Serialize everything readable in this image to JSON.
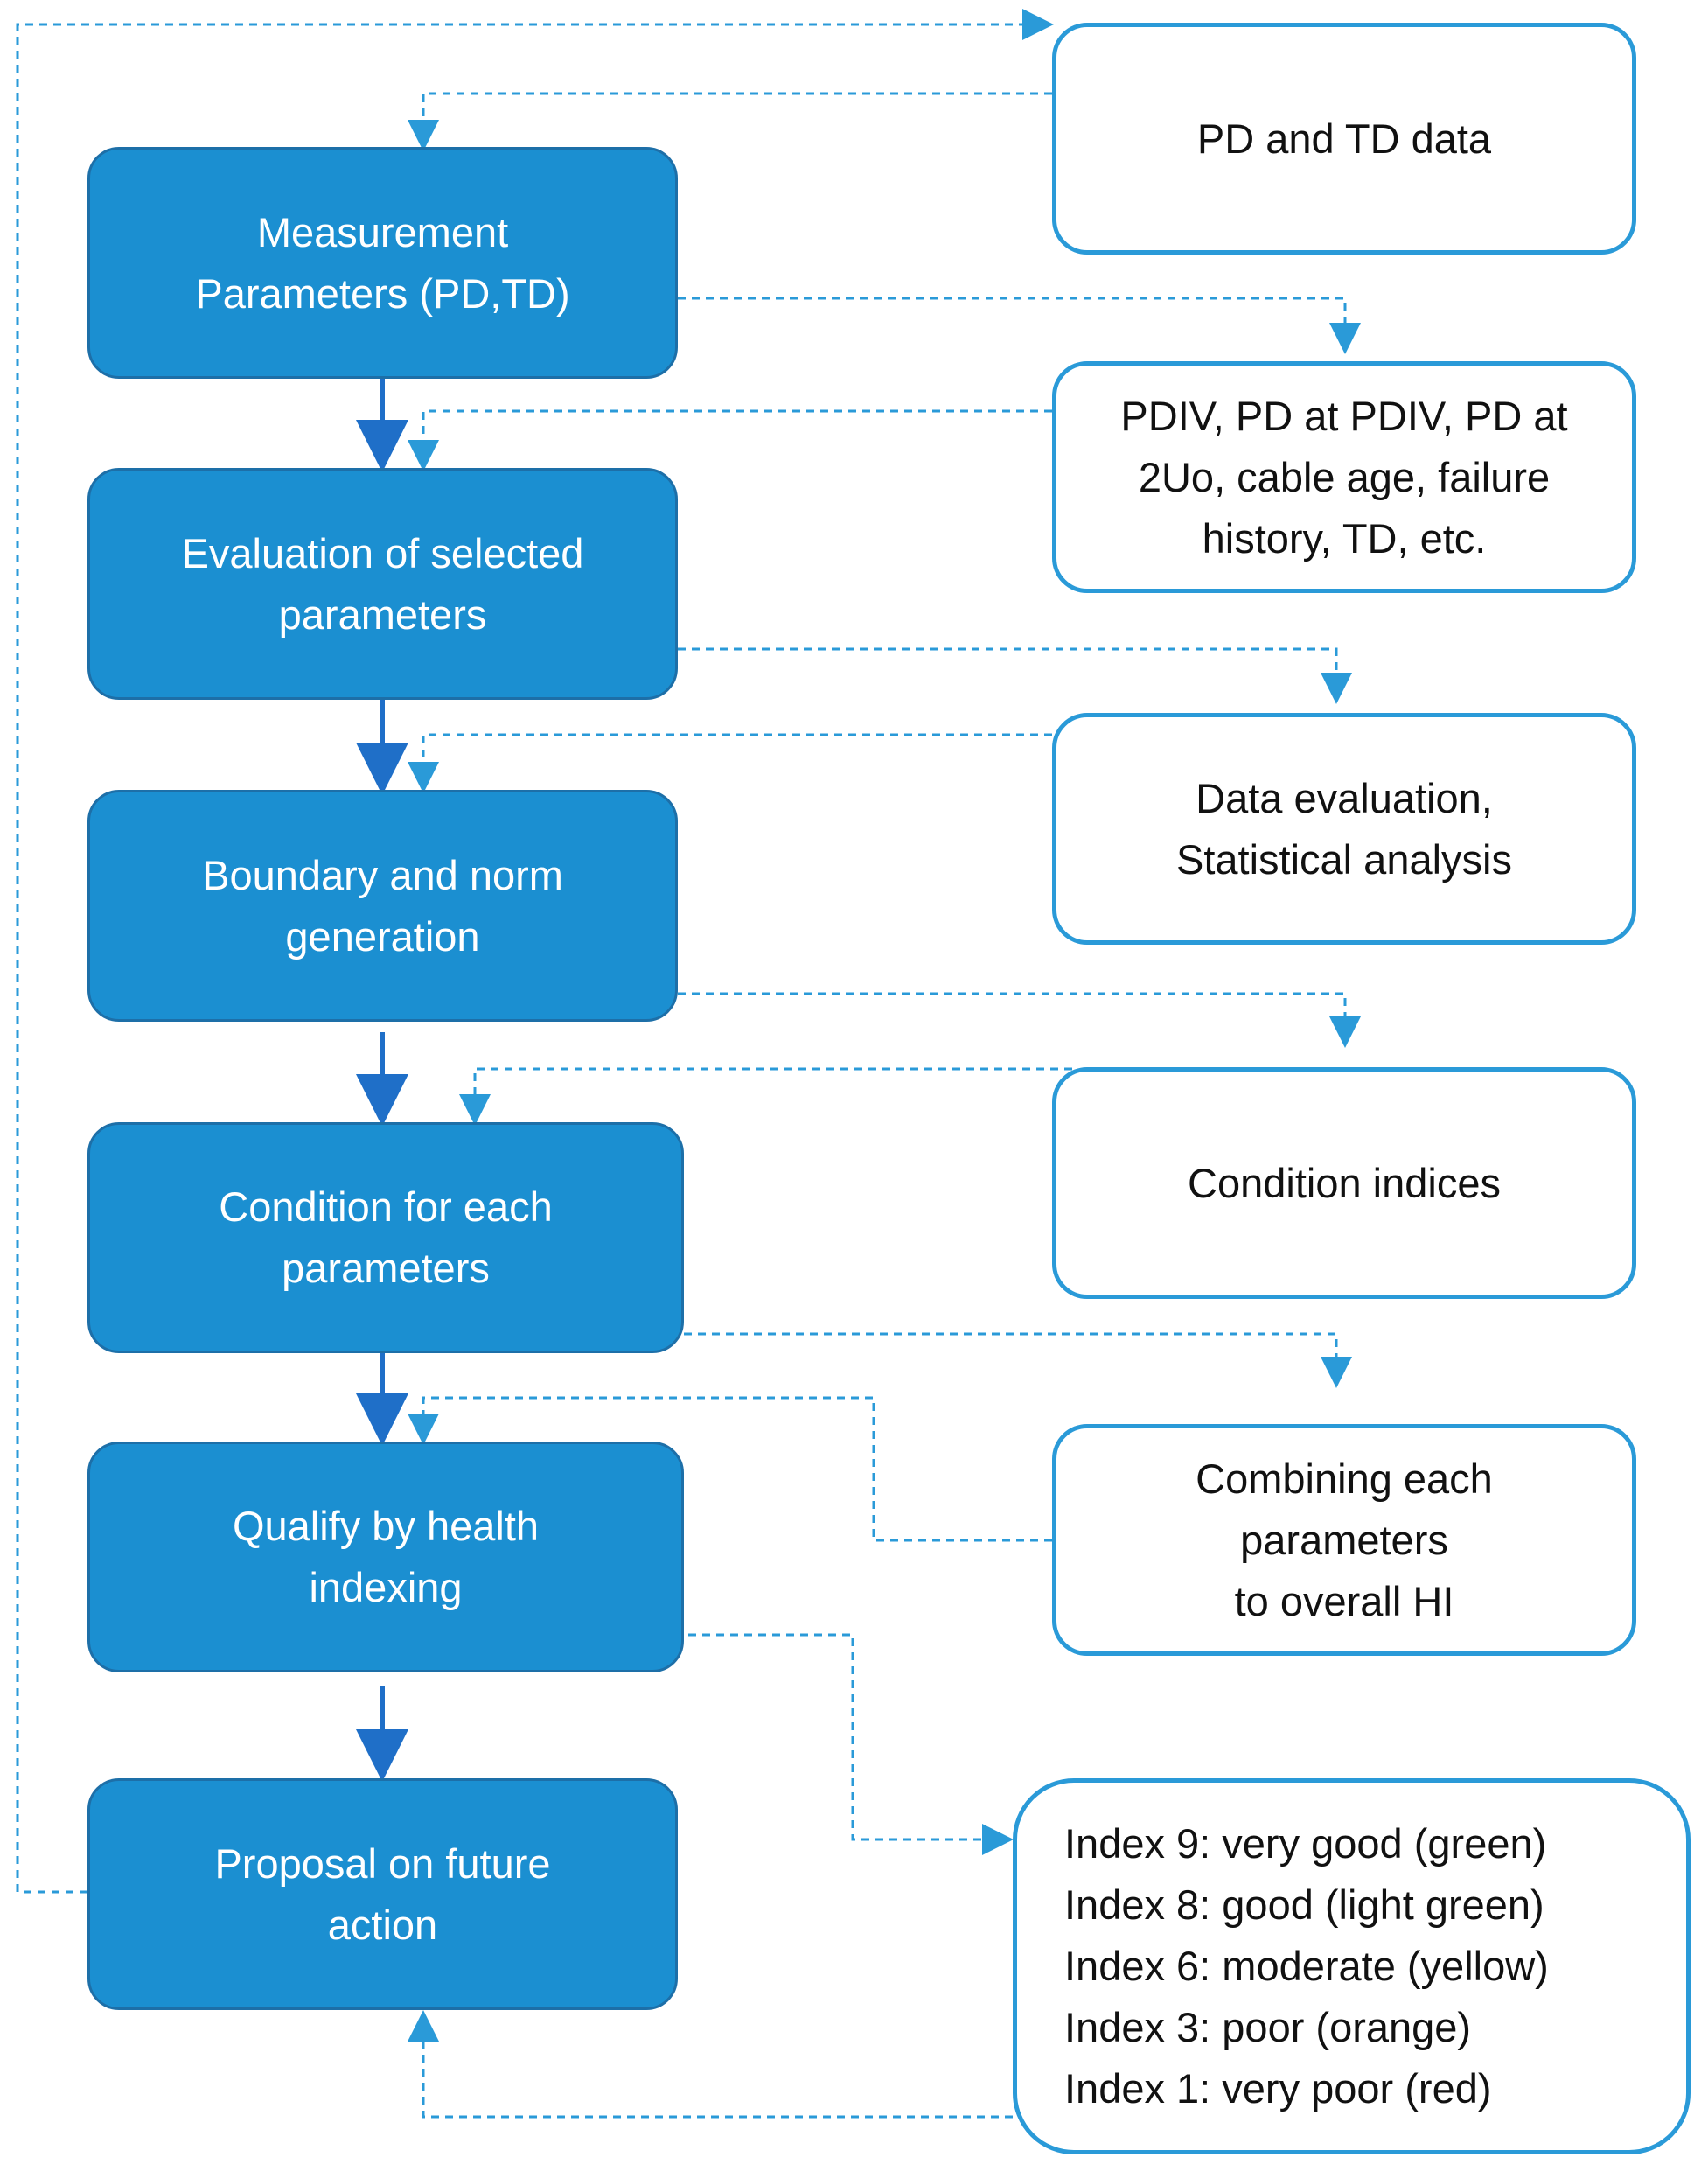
{
  "colors": {
    "step_fill": "#1b8fd1",
    "step_border": "#1d6fa8",
    "info_border": "#2a9ad8",
    "solid_arrow": "#1f6fc8",
    "dashed_arrow": "#2a9ad8"
  },
  "steps": [
    {
      "lines": [
        "Measurement",
        "Parameters (PD,TD)"
      ]
    },
    {
      "lines": [
        "Evaluation of selected",
        "parameters"
      ]
    },
    {
      "lines": [
        "Boundary and norm",
        "generation"
      ]
    },
    {
      "lines": [
        "Condition for each",
        "parameters"
      ]
    },
    {
      "lines": [
        "Qualify by health",
        "indexing"
      ]
    },
    {
      "lines": [
        "Proposal on future",
        "action"
      ]
    }
  ],
  "info_boxes": [
    {
      "lines": [
        "PD and TD data"
      ]
    },
    {
      "lines": [
        "PDIV, PD at PDIV,  PD at",
        "2Uo, cable age, failure",
        "history, TD, etc."
      ]
    },
    {
      "lines": [
        "Data evaluation,",
        "Statistical analysis"
      ]
    },
    {
      "lines": [
        "Condition indices"
      ]
    },
    {
      "lines": [
        "Combining each",
        "parameters",
        "to overall HI"
      ]
    }
  ],
  "index_legend": {
    "lines": [
      "Index 9: very good (green)",
      "Index 8: good (light green)",
      "Index 6: moderate (yellow)",
      "Index 3: poor (orange)",
      "Index 1: very poor (red)"
    ]
  }
}
